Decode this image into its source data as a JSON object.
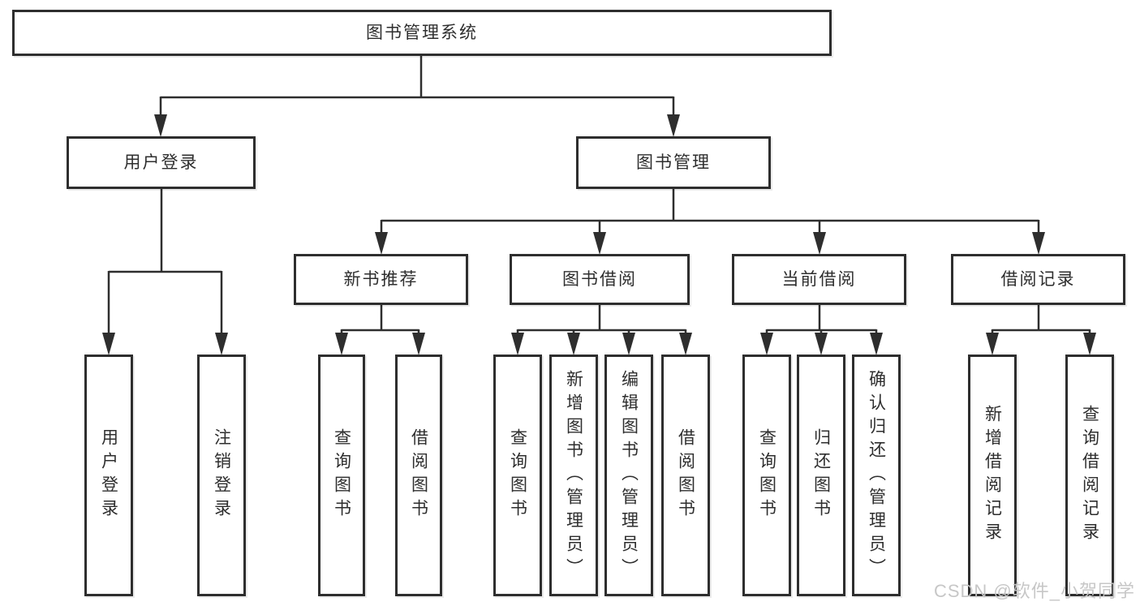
{
  "tree": {
    "root": {
      "label": "图书管理系统",
      "children": [
        {
          "label": "用户登录",
          "children": [
            {
              "label": "用户登录"
            },
            {
              "label": "注销登录"
            }
          ]
        },
        {
          "label": "图书管理",
          "children": [
            {
              "label": "新书推荐",
              "children": [
                {
                  "label": "查询图书"
                },
                {
                  "label": "借阅图书"
                }
              ]
            },
            {
              "label": "图书借阅",
              "children": [
                {
                  "label": "查询图书"
                },
                {
                  "label": "新增图书（管理员）"
                },
                {
                  "label": "编辑图书（管理员）"
                },
                {
                  "label": "借阅图书"
                }
              ]
            },
            {
              "label": "当前借阅",
              "children": [
                {
                  "label": "查询图书"
                },
                {
                  "label": "归还图书"
                },
                {
                  "label": "确认归还（管理员）"
                }
              ]
            },
            {
              "label": "借阅记录",
              "children": [
                {
                  "label": "新增借阅记录"
                },
                {
                  "label": "查询借阅记录"
                }
              ]
            }
          ]
        }
      ]
    }
  },
  "watermark": {
    "text": "CSDN @软件_小贺同学"
  },
  "colors": {
    "line": "#2e2e2e",
    "text": "#2e2e2e",
    "background": "#ffffff",
    "watermark": "#c4c4c4"
  }
}
